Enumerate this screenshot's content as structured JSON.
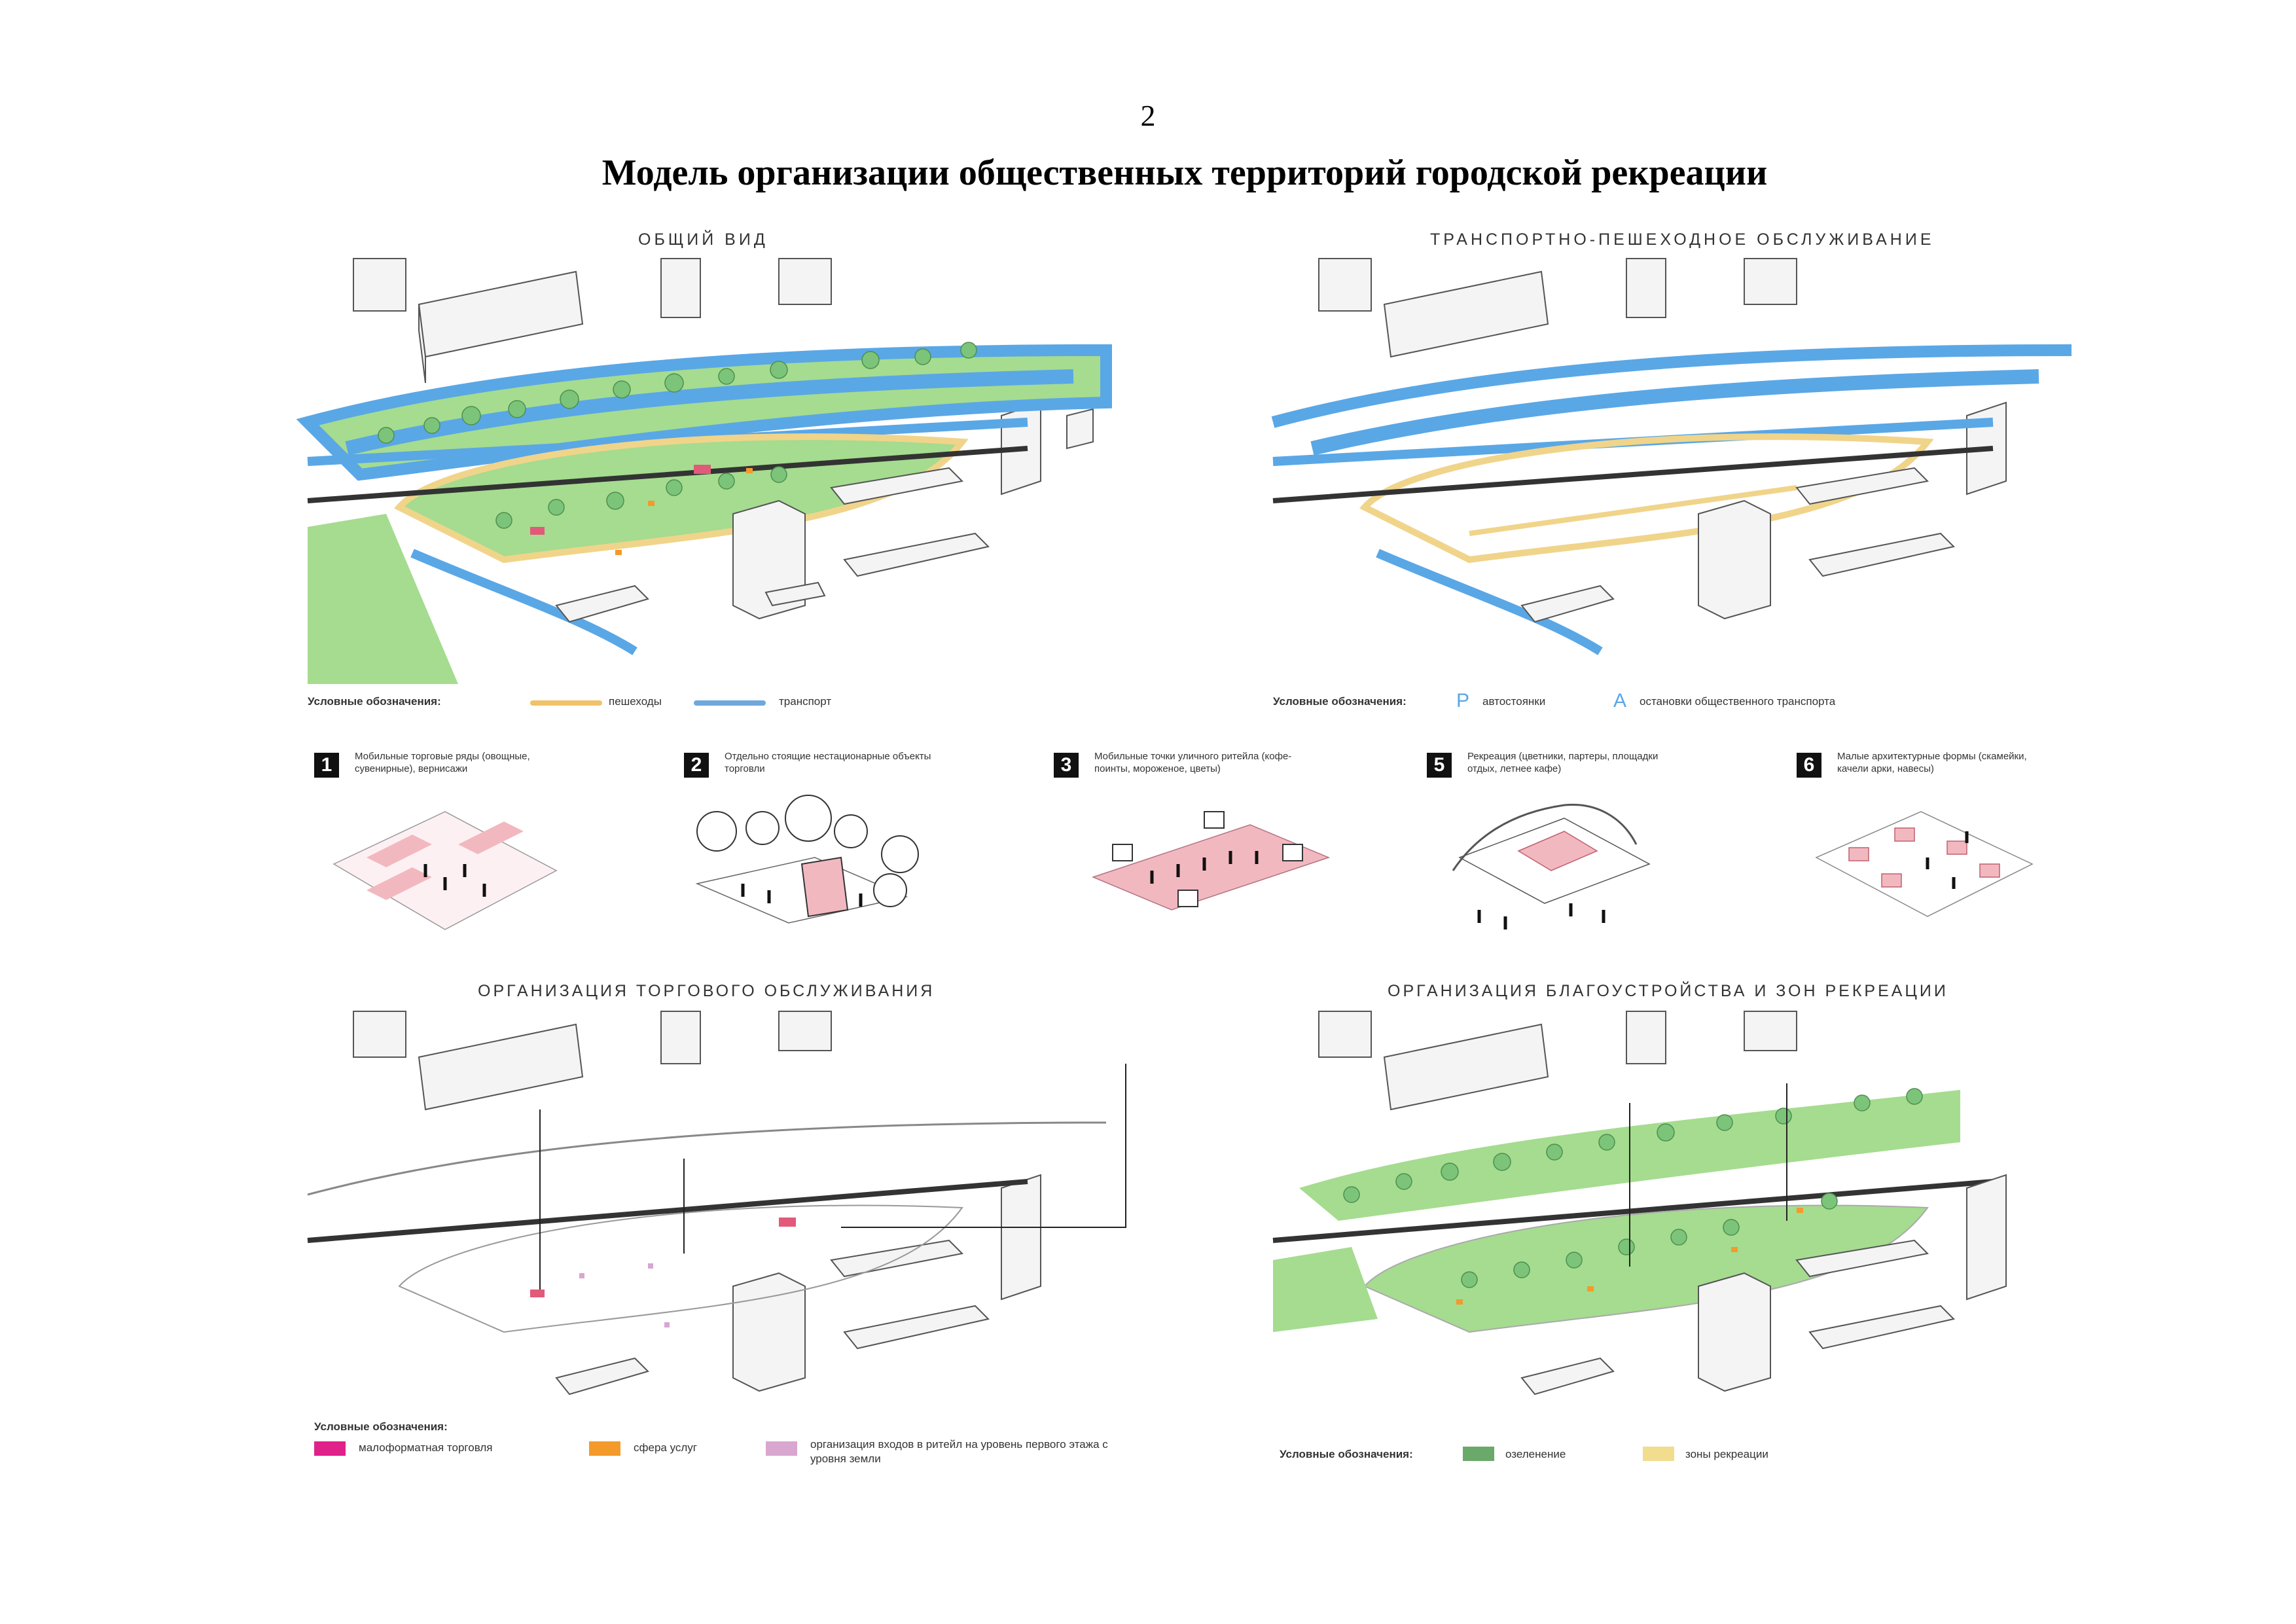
{
  "page_number": "2",
  "title": "Модель организации общественных территорий городской рекреации",
  "panels": {
    "general": {
      "title": "ОБЩИЙ ВИД",
      "legend_label": "Условные обозначения:",
      "legend_items": [
        {
          "label": "пешеходы",
          "color": "#f0c36a"
        },
        {
          "label": "транспорт",
          "color": "#6fa8dc"
        }
      ]
    },
    "transport": {
      "title": "ТРАНСПОРТНО-ПЕШЕХОДНОЕ ОБСЛУЖИВАНИЕ",
      "legend_label": "Условные обозначения:",
      "legend_items": [
        {
          "symbol": "P",
          "label": "автостоянки"
        },
        {
          "symbol": "A",
          "label": "остановки общественного транспорта"
        }
      ]
    },
    "trade": {
      "title": "ОРГАНИЗАЦИЯ ТОРГОВОГО ОБСЛУЖИВАНИЯ",
      "legend_label": "Условные обозначения:",
      "legend_items": [
        {
          "label": "малоформатная торговля",
          "color": "#e0218a"
        },
        {
          "label": "сфера услуг",
          "color": "#f39a2b"
        },
        {
          "label": "организация входов в ритейл на уровень первого этажа с уровня земли",
          "color": "#d9a6cf"
        }
      ]
    },
    "recreation": {
      "title": "ОРГАНИЗАЦИЯ БЛАГОУСТРОЙСТВА И ЗОН РЕКРЕАЦИИ",
      "legend_label": "Условные обозначения:",
      "legend_items": [
        {
          "label": "озеленение",
          "color": "#6aa96a"
        },
        {
          "label": "зоны рекреации",
          "color": "#f2dc8e"
        }
      ]
    }
  },
  "details": [
    {
      "number": "1",
      "caption": "Мобильные торговые ряды (овощные, сувенирные), вернисажи"
    },
    {
      "number": "2",
      "caption": "Отдельно стоящие нестационарные объекты торговли"
    },
    {
      "number": "3",
      "caption": "Мобильные точки уличного ритейла (кофе-поинты, мороженое, цветы)"
    },
    {
      "number": "5",
      "caption": "Рекреация (цветники, партеры, площадки отдых, летнее кафе)"
    },
    {
      "number": "6",
      "caption": "Малые архитектурные формы (скамейки, качели арки, навесы)"
    }
  ],
  "colors": {
    "greenery": "#a5dc8f",
    "tree": "#7cc47a",
    "road": "#5aa7e6",
    "path": "#f0d48a",
    "pink": "#f2b8c0",
    "building": "#f4f4f4"
  }
}
